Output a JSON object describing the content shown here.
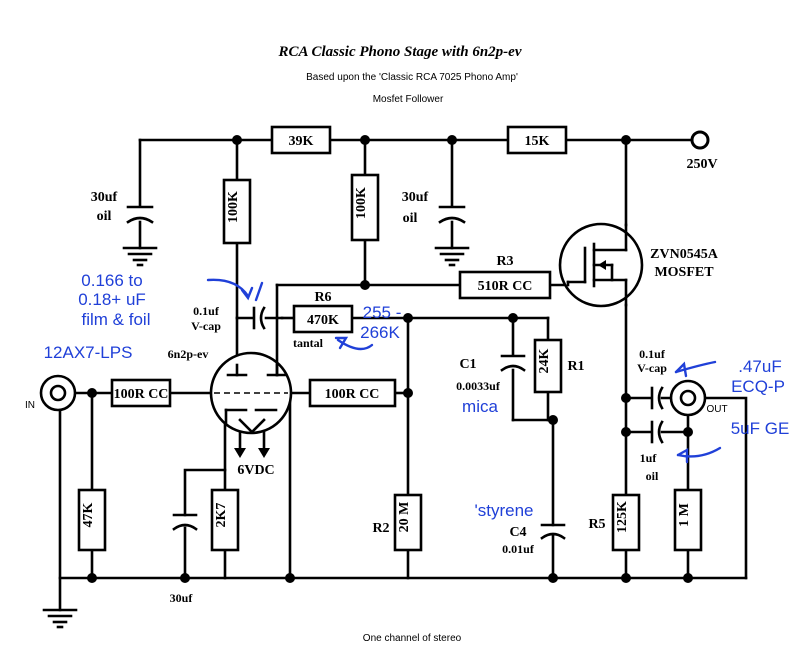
{
  "header": {
    "title": "RCA Classic   Phono   Stage  with     6n2p-ev",
    "subtitle1": "Based upon the 'Classic RCA 7025 Phono Amp'",
    "subtitle2": "Mosfet Follower"
  },
  "footer": {
    "caption": "One channel of stereo"
  },
  "components": {
    "r_39k": "39K",
    "r_15k": "15K",
    "supply": "250V",
    "c_30uf_oil_left_val": "30uf",
    "c_30uf_oil_left_type": "oil",
    "r_100k_left": "100K",
    "r_100k_mid": "100K",
    "c_30uf_oil_mid_val": "30uf",
    "c_30uf_oil_mid_type": "oil",
    "mosfet_part": "ZVN0545A",
    "mosfet_type": "MOSFET",
    "r3_name": "R3",
    "r3_value": "510R CC",
    "r6_name": "R6",
    "r6_value": "470K",
    "r6_type": "tantal",
    "vcap_left_val": "0.1uf",
    "vcap_left_type": "V-cap",
    "tube_name": "6n2p-ev",
    "r_grid_in": "100R CC",
    "r_grid_2": "100R CC",
    "heater": "6VDC",
    "c1_name": "C1",
    "c1_value": "0.0033uf",
    "r1_name": "R1",
    "r1_value": "24K",
    "vcap_out_val": "0.1uf",
    "vcap_out_type": "V-cap",
    "out_label": "OUT",
    "in_label": "IN",
    "c_1uf_oil_val": "1uf",
    "c_1uf_oil_type": "oil",
    "r_47k": "47K",
    "r_2k7": "2K7",
    "c_30uf_cathode": "30uf",
    "r2_name": "R2",
    "r2_value": "20 M",
    "c4_name": "C4",
    "c4_value": "0.01uf",
    "r5_name": "R5",
    "r5_value": "125K",
    "r_1m": "1 M"
  },
  "annotations": {
    "vcap_left_note_1": "0.166 to",
    "vcap_left_note_2": "0.18+ uF",
    "vcap_left_note_3": "film & foil",
    "tube_note": "12AX7-LPS",
    "r6_note_1": "255 -",
    "r6_note_2": "266K",
    "c1_note": "mica",
    "c4_note": "'styrene",
    "vcap_out_note_1": ".47uF",
    "vcap_out_note_2": "ECQ-P",
    "c_1uf_note": "5uF GE"
  },
  "colors": {
    "annotation": "#2040d8",
    "ink": "#000000"
  }
}
